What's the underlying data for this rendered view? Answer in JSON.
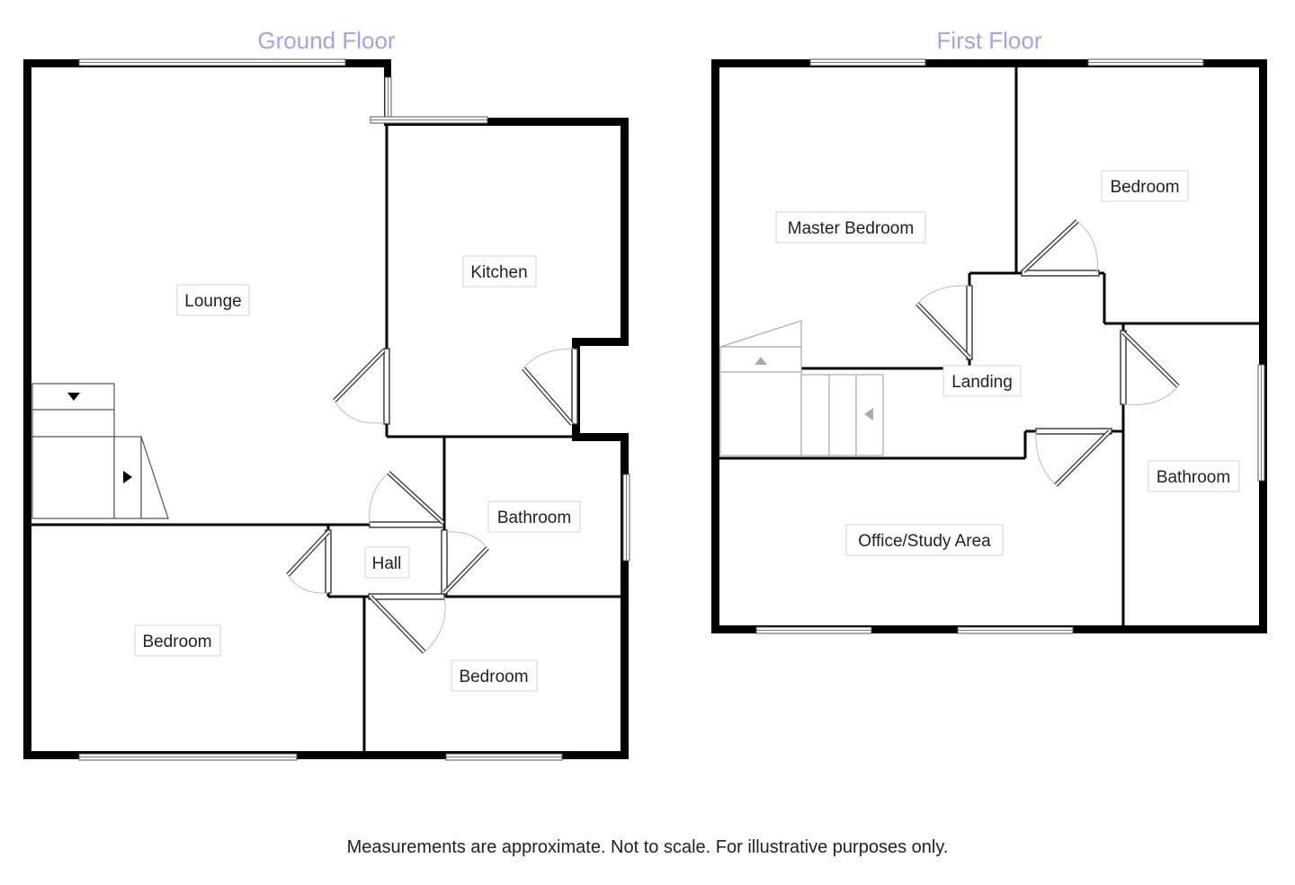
{
  "floors": [
    {
      "title": "Ground Floor",
      "rooms": [
        "Lounge",
        "Kitchen",
        "Bathroom",
        "Hall",
        "Bedroom",
        "Bedroom"
      ]
    },
    {
      "title": "First Floor",
      "rooms": [
        "Master Bedroom",
        "Bedroom",
        "Landing",
        "Bathroom",
        "Office/Study Area"
      ]
    }
  ],
  "disclaimer": "Measurements are approximate. Not to scale. For illustrative purposes only.",
  "colors": {
    "floor_title": "#a3a3e6",
    "walls": "#000000",
    "label_border": "#d4d4d4"
  }
}
